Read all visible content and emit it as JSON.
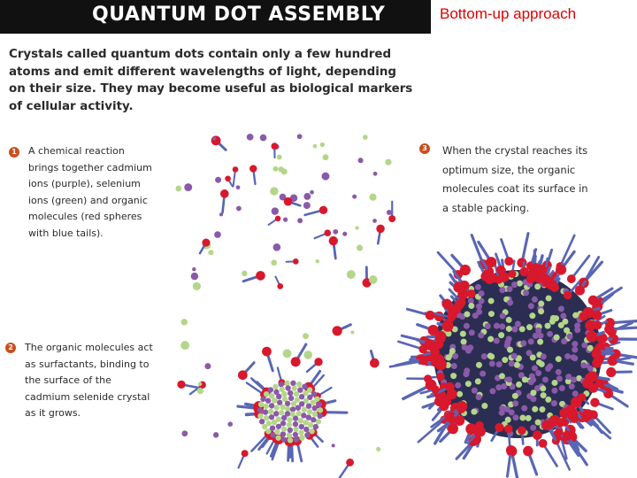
{
  "header": {
    "title": "QUANTUM DOT ASSEMBLY"
  },
  "approach_label": "Bottom-up approach",
  "intro": "Crystals called quantum dots contain only a few hundred atoms and emit different wavelengths of light, depending on their size. They may become useful as biological markers of cellular activity.",
  "steps": [
    {
      "number": "1",
      "text": "A chemical reaction brings together cadmium ions (purple), selenium ions (green) and organic molecules (red spheres with blue tails)."
    },
    {
      "number": "2",
      "text": "The organic molecules act as surfactants, binding to the surface of the cadmium selenide crystal as it grows."
    },
    {
      "number": "3",
      "text": "When the crystal reaches its optimum size, the organic molecules coat its surface in a stable packing."
    }
  ],
  "colors": {
    "cadmium": "#8a5aa8",
    "selenium": "#b4d68a",
    "molecule_head": "#d8182c",
    "molecule_tail": "#5866b4",
    "badge": "#c8501e",
    "approach_text": "#e00000",
    "header_bg": "#111111"
  }
}
